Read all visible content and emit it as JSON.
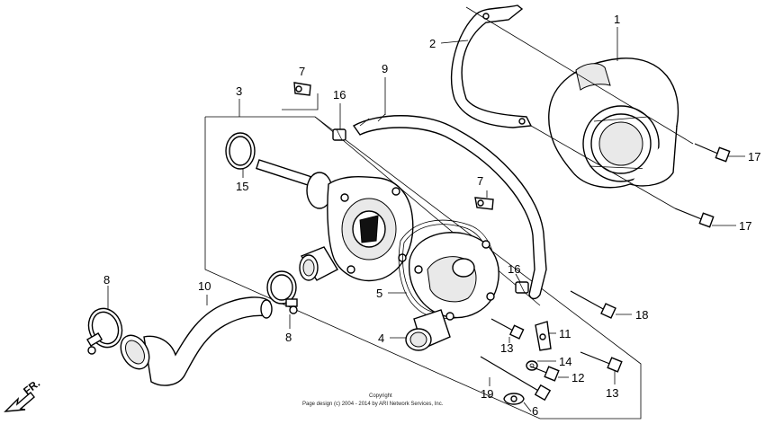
{
  "diagram": {
    "callouts": {
      "p1": "1",
      "p2": "2",
      "p3": "3",
      "p4": "4",
      "p5": "5",
      "p6": "6",
      "p7a": "7",
      "p7b": "7",
      "p8a": "8",
      "p8b": "8",
      "p9": "9",
      "p10": "10",
      "p11": "11",
      "p12": "12",
      "p13a": "13",
      "p13b": "13",
      "p14": "14",
      "p15": "15",
      "p16a": "16",
      "p16b": "16",
      "p17a": "17",
      "p17b": "17",
      "p18": "18",
      "p19": "19"
    },
    "direction_label": "FR.",
    "copyright_line1": "Copyright",
    "copyright_line2": "Page design (c) 2004 - 2014 by ARI Network Services, Inc."
  }
}
